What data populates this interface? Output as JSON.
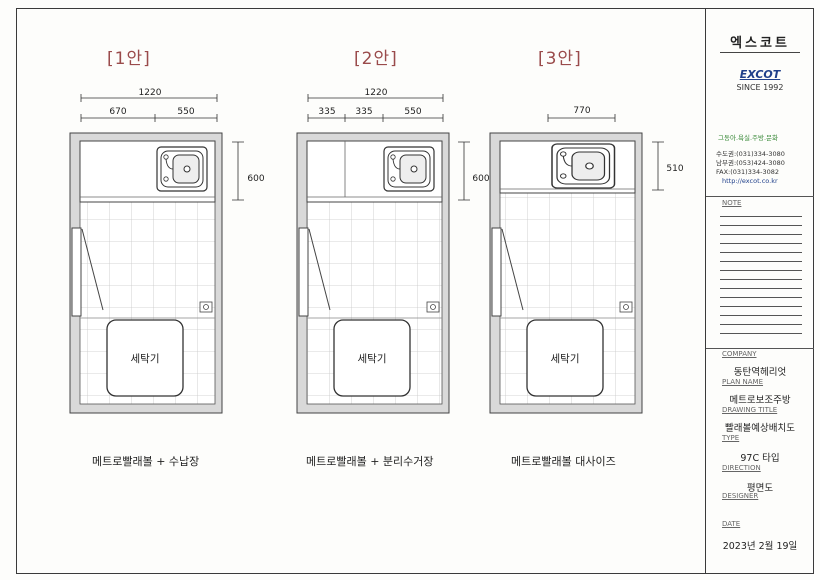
{
  "plans": [
    {
      "title": "[1안]",
      "dims": {
        "total": "1220",
        "left": "670",
        "right": "550",
        "height": "600"
      },
      "appliance": "세탁기",
      "caption": "메트로빨래볼 + 수납장"
    },
    {
      "title": "[2안]",
      "dims": {
        "total": "1220",
        "a": "335",
        "b": "335",
        "right": "550",
        "height": "600"
      },
      "appliance": "세탁기",
      "caption": "메트로빨래볼 + 분리수거장"
    },
    {
      "title": "[3안]",
      "dims": {
        "total": "770",
        "height": "510"
      },
      "appliance": "세탁기",
      "caption": "메트로빨래볼 대사이즈"
    }
  ],
  "title_block": {
    "logo_kr": "엑스코트",
    "logo_en": "EXCOT",
    "since": "SINCE 1992",
    "tagline": "그동아.욕실.주방.문화",
    "contact": [
      "수도권:(031)334-3080",
      "남부권:(053)424-3080",
      "FAX:(031)334-3082"
    ],
    "url": "http://excot.co.kr",
    "note_label": "NOTE",
    "company_label": "COMPANY",
    "company": "동탄역헤리엇",
    "plan_label": "PLAN NAME",
    "plan_name": "메트로보조주방",
    "drawing_label": "DRAWING TITLE",
    "drawing_title": "빨래볼예상배치도",
    "type_label": "TYPE",
    "type": "97C 타입",
    "direction_label": "DIRECTION",
    "direction": "평면도",
    "designer_label": "DESIGNER",
    "designer": "",
    "date_label": "DATE",
    "date": "2023년 2월 19일"
  }
}
